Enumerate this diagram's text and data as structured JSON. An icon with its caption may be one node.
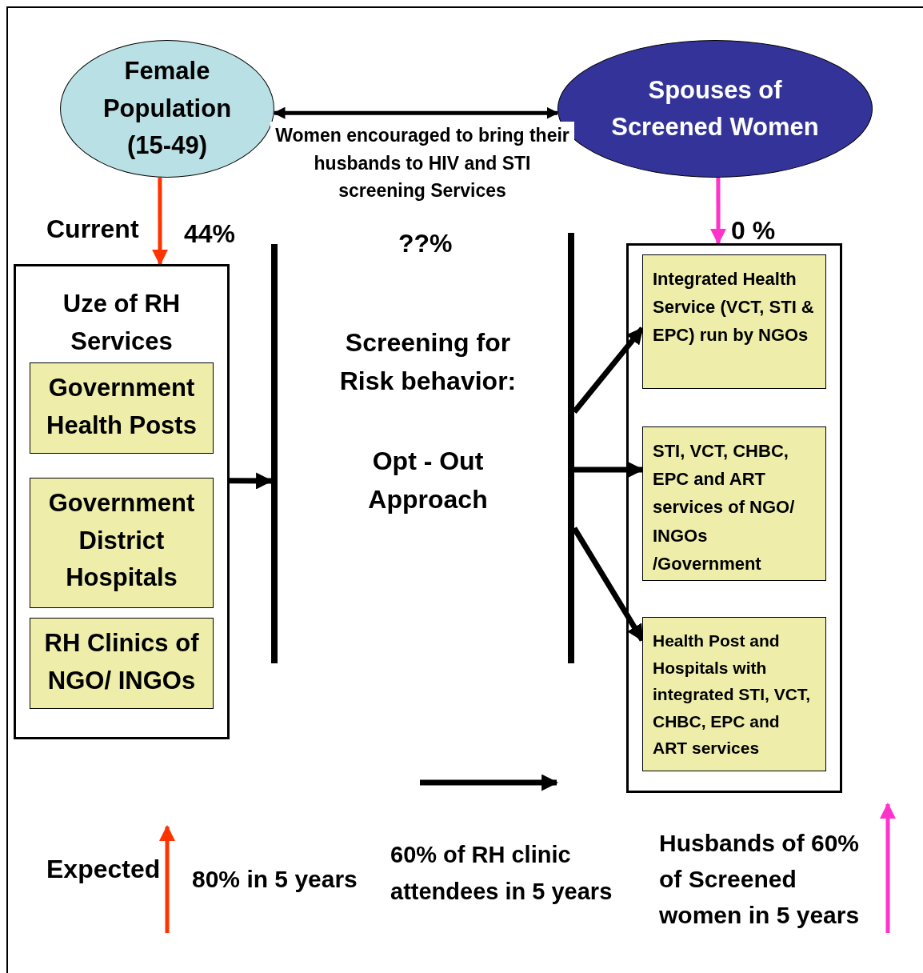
{
  "diagram": {
    "nodes": [
      {
        "text": [
          "Female Population (15-49)"
        ]
      },
      {
        "text": [
          "Spouses of Screened Women"
        ]
      },
      {
        "text": [
          "Uze of RH Services"
        ]
      },
      {
        "text": [
          "Government Health Posts"
        ],
        "in": 2
      },
      {
        "text": [
          "Government District Hospitals"
        ],
        "in": 2
      },
      {
        "text": [
          "RH Clinics of NGO/ INGOs"
        ],
        "in": 2
      },
      {
        "text": [],
        "shape": "bar"
      },
      {
        "text": [],
        "shape": "bar"
      },
      {
        "text": [],
        "shape": "box"
      },
      {
        "text": [
          "Integrated Health Service (VCT, STI & EPC) run by NGOs"
        ],
        "in": 8
      },
      {
        "text": [
          "STI, VCT, CHBC, EPC and ART services of NGO/ INGOs /Government"
        ],
        "in": 8
      },
      {
        "text": [
          "Health Post and Hospitals with integrated STI, VCT, CHBC, EPC and ART services"
        ],
        "in": 8
      }
    ],
    "edges": [
      {
        "from": 0,
        "to": 1,
        "arrow": "both",
        "label": "Women encouraged to bring their husbands to HIV and STI screening Services"
      },
      {
        "from": 0,
        "to": 2,
        "arrow": "to",
        "color": "#ff3300"
      },
      {
        "from": 1,
        "to": 8,
        "arrow": "to",
        "color": "#ff33cc"
      },
      {
        "from": 2,
        "to": 6,
        "arrow": "to"
      },
      {
        "from": 7,
        "to": 9,
        "arrow": "to"
      },
      {
        "from": 7,
        "to": 10,
        "arrow": "to"
      },
      {
        "from": 7,
        "to": 11,
        "arrow": "to"
      }
    ],
    "labels": [
      "Current",
      "44%",
      "??%",
      "0 %",
      "Screening for Risk behavior:",
      "Opt - Out Approach",
      "Expected",
      "80% in 5 years",
      "60% of RH clinic attendees in 5 years",
      "Husbands of 60% of Screened women in 5 years"
    ]
  }
}
